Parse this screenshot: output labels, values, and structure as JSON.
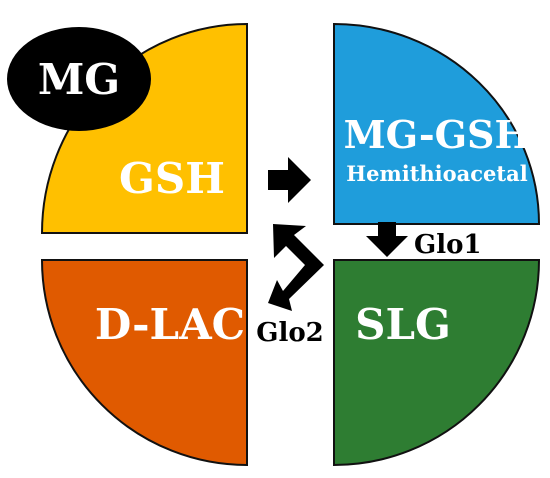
{
  "diagram": {
    "quadrants": {
      "top_left": {
        "label": "GSH",
        "color": "#ffc000"
      },
      "top_right": {
        "label": "MG-GSH",
        "sublabel": "Hemithioacetal",
        "color": "#1f9ddb"
      },
      "bottom_right": {
        "label": "SLG",
        "color": "#2e7d32"
      },
      "bottom_left": {
        "label": "D-LAC",
        "color": "#e05a00"
      }
    },
    "mg_badge": {
      "label": "MG",
      "color": "#000000"
    },
    "arrows": {
      "glo1_label": "Glo1",
      "glo2_label": "Glo2",
      "color": "#000000"
    }
  }
}
